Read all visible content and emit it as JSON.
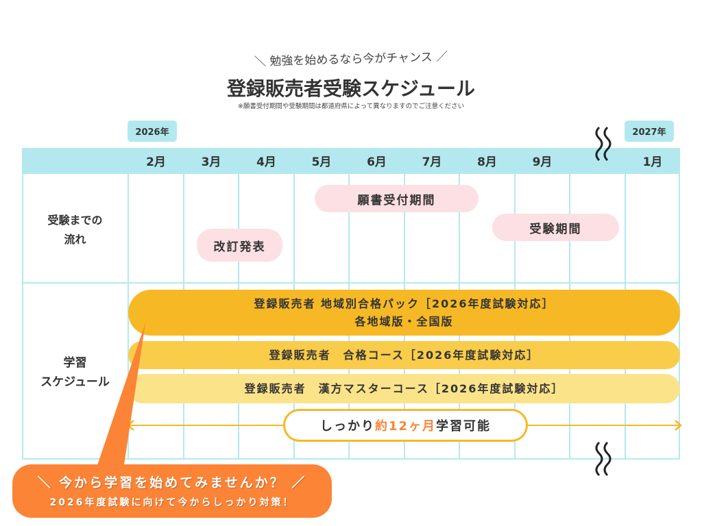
{
  "header": {
    "tagline": "＼ 勉強を始めるなら今がチャンス ／",
    "title": "登録販売者受験スケジュール",
    "note": "※願書受付期間や受験期間は都道府県によって異なりますのでご注意ください"
  },
  "years": {
    "start": "2026年",
    "end": "2027年"
  },
  "months": [
    "2月",
    "3月",
    "4月",
    "5月",
    "6月",
    "7月",
    "8月",
    "9月",
    "",
    "1月"
  ],
  "rows": {
    "flow_label_1": "受験までの",
    "flow_label_2": "流れ",
    "study_label_1": "学習",
    "study_label_2": "スケジュール"
  },
  "events": {
    "revision": "改訂発表",
    "application": "願書受付期間",
    "exam": "受験期間"
  },
  "courses": {
    "regional_line1": "登録販売者 地域別合格パック［2026年度試験対応］",
    "regional_line2": "各地域版・全国版",
    "pass": "登録販売者　合格コース［2026年度試験対応］",
    "kampo": "登録販売者　漢方マスターコース［2026年度試験対応］"
  },
  "duration": {
    "pre": "しっかり",
    "highlight": "約12ヶ月",
    "post": "学習可能"
  },
  "callout": {
    "line1": "＼ 今から学習を始めてみませんか？ ／",
    "line2": "2026年度試験に向けて今からしっかり対策！"
  },
  "colors": {
    "cyan": "#b3e9ee",
    "pink": "#fde0e3",
    "orange": "#fb8436",
    "bar1": "#f6b925",
    "bar2": "#f9cc4a",
    "bar3": "#fbe38a"
  }
}
